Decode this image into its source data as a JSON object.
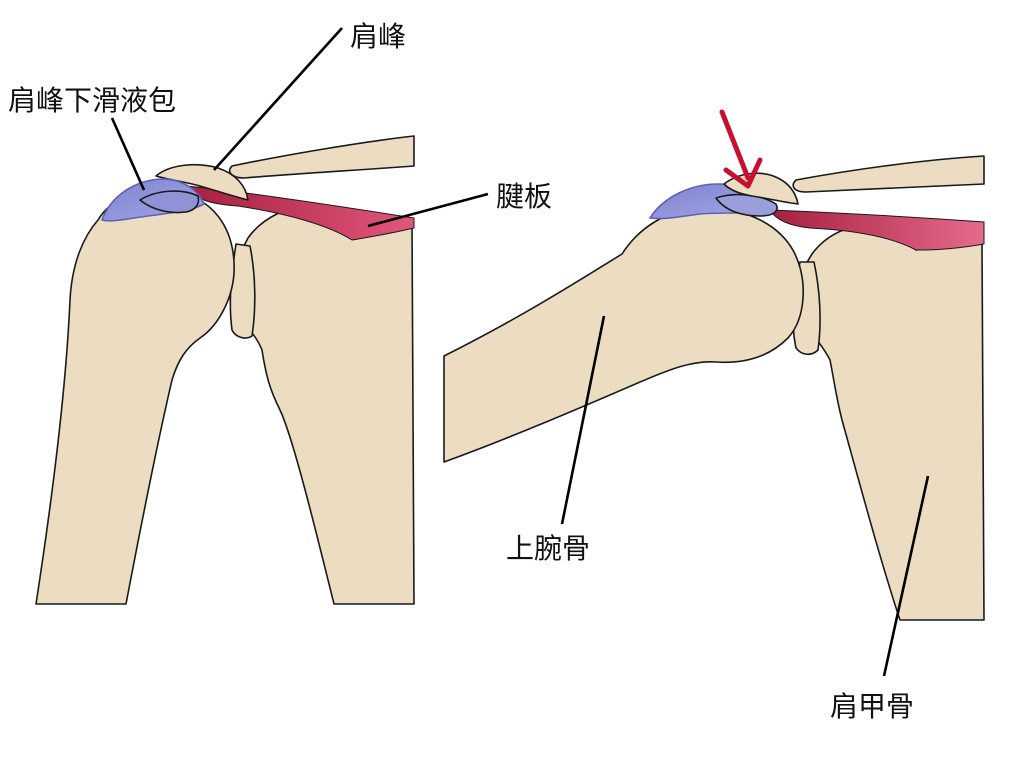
{
  "labels": {
    "acromion": "肩峰",
    "subacromial_bursa": "肩峰下滑液包",
    "tendon_plate": "腱板",
    "humerus": "上腕骨",
    "scapula": "肩甲骨"
  },
  "colors": {
    "bone_fill": "#ecdcc2",
    "bursa_fill": "#8f93d6",
    "bursa_edge": "#6a6fc4",
    "tendon_dark": "#b42848",
    "tendon_light": "#e0577c",
    "arrow": "#c8102e",
    "outline": "#1a1a1a"
  },
  "icons": {
    "impingement_arrow": "arrow-down-right-icon"
  }
}
